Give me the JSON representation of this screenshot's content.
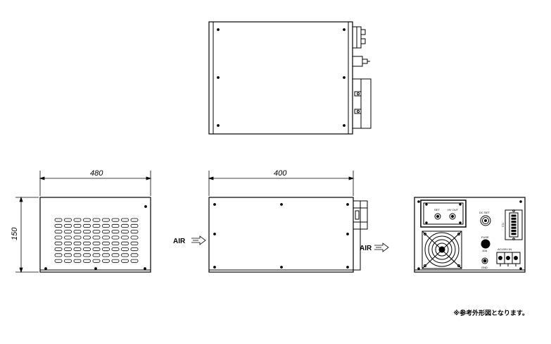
{
  "dimensions": {
    "width": "480",
    "height": "150",
    "depth": "400"
  },
  "airflow": {
    "inlet_label": "AIR",
    "outlet_label": "AIR"
  },
  "rear_panel": {
    "label_set": "SET",
    "label_hv_out": "HV OUT",
    "label_dc_set": "DC SET",
    "label_fuse": "FUSE",
    "label_fuse_rating": "10A",
    "label_gnd": "GND",
    "label_ac_input": "AC100V IN",
    "label_connector": "CN"
  },
  "footnote": "※参考外形図となります。"
}
